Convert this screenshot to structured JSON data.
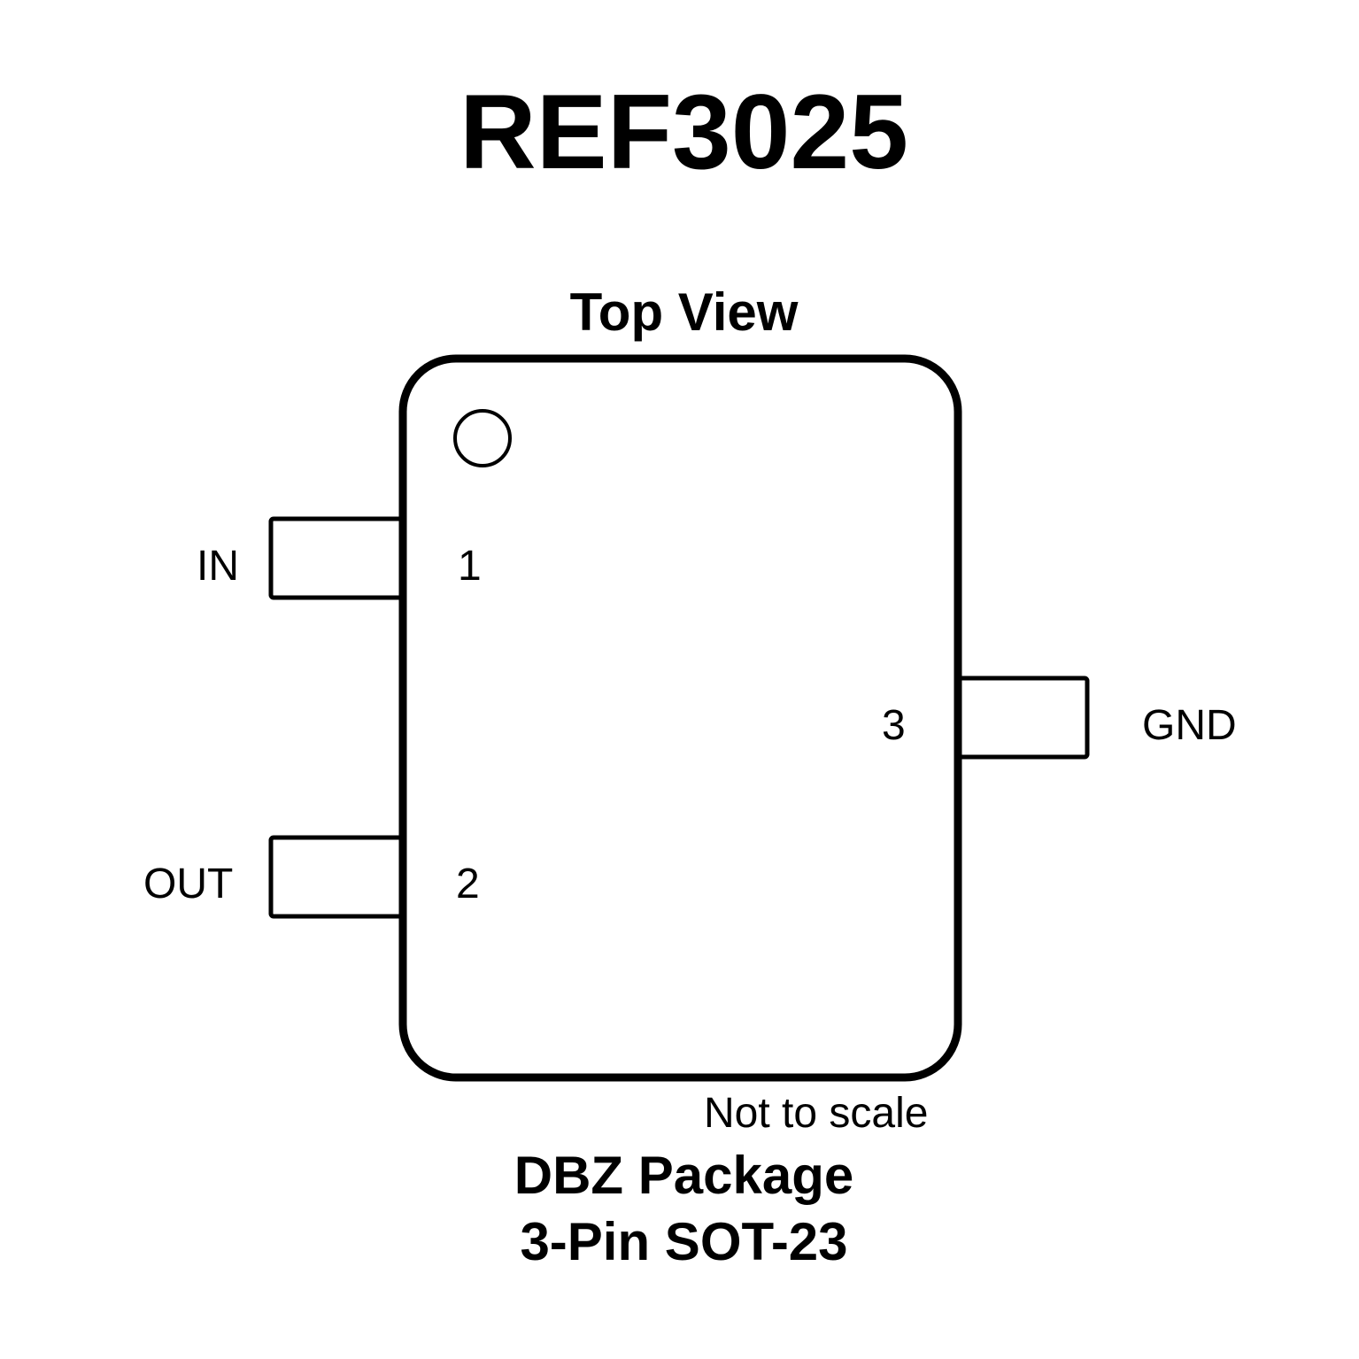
{
  "title": "REF3025",
  "view": "Top View",
  "pins": [
    {
      "num": "1",
      "name": "IN"
    },
    {
      "num": "2",
      "name": "OUT"
    },
    {
      "num": "3",
      "name": "GND"
    }
  ],
  "note": "Not to scale",
  "package": "DBZ Package",
  "package_type": "3-Pin SOT-23"
}
